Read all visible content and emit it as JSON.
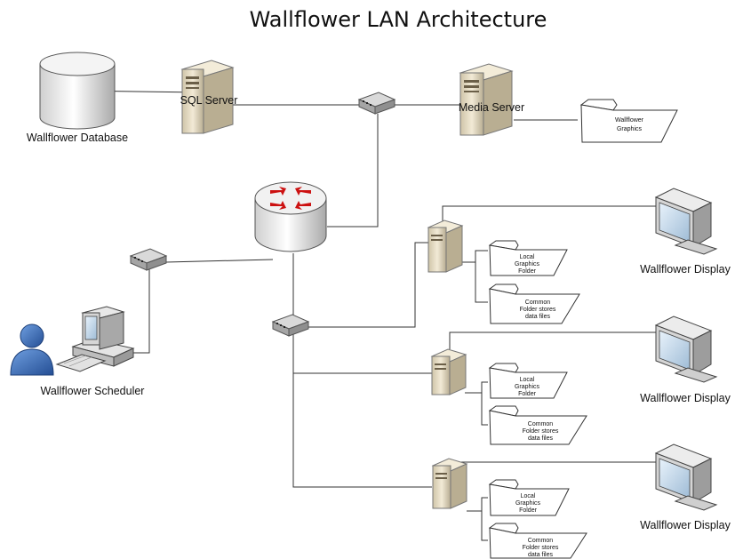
{
  "title": "Wallflower LAN Architecture",
  "nodes": {
    "database": "Wallflower Database",
    "sql_server": "SQL Server",
    "media_server": "Media Server",
    "graphics_folder": [
      "Wallflower",
      "Graphics"
    ],
    "scheduler": "Wallflower Scheduler",
    "displays": [
      {
        "label": "Wallflower Display",
        "local_folder": [
          "Local",
          "Graphics",
          "Folder"
        ],
        "common_folder": [
          "Common",
          "Folder stores",
          "data files"
        ]
      },
      {
        "label": "Wallflower Display",
        "local_folder": [
          "Local",
          "Graphics",
          "Folder"
        ],
        "common_folder": [
          "Common",
          "Folder stores",
          "data files"
        ]
      },
      {
        "label": "Wallflower Display",
        "local_folder": [
          "Local",
          "Graphics",
          "Folder"
        ],
        "common_folder": [
          "Common",
          "Folder stores",
          "data files"
        ]
      }
    ]
  },
  "colors": {
    "router_arrows": "#cc1111",
    "server_body": "#e6dcc4",
    "person": "#3a6fb8",
    "monitor_screen": "#c8dcee"
  }
}
